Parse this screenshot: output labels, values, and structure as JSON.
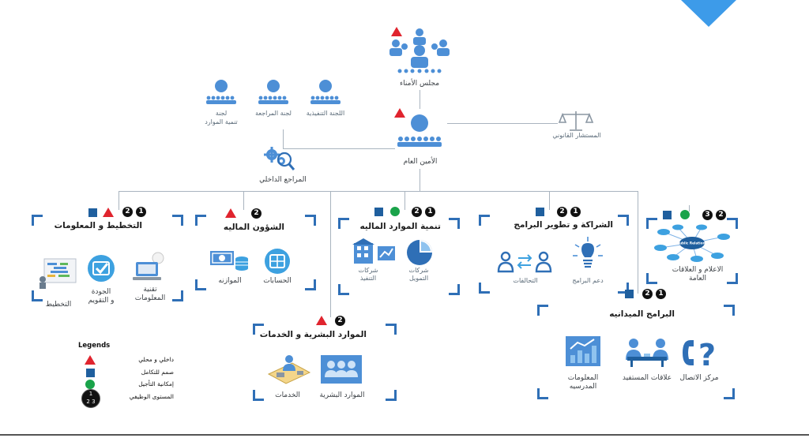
{
  "board": {
    "label": "مجلس الأمناء"
  },
  "secretary": {
    "label": "الأمين العام"
  },
  "legal": {
    "label": "المستشار القانوني"
  },
  "committees": [
    {
      "label": "اللجنة التنفيذية"
    },
    {
      "label": "لجنة المراجعة"
    },
    {
      "label_line1": "لجنة",
      "label_line2": "تنمية الموارد"
    }
  ],
  "internal_audit": {
    "label": "المراجع الداخلي"
  },
  "units": {
    "planning": {
      "title": "التخطيط و المعلومات",
      "items": [
        {
          "label_line1": "تقنية",
          "label_line2": "المعلومات"
        },
        {
          "label_line1": "الجودة",
          "label_line2": "و التقويم"
        },
        {
          "label": "التخطيط"
        }
      ],
      "numbers": [
        "2",
        "1"
      ]
    },
    "finance": {
      "title": "الشؤون الماليه",
      "items": [
        {
          "label": "الحسابات"
        },
        {
          "label": "الموازنه"
        }
      ],
      "numbers": [
        "2"
      ]
    },
    "financial_resources": {
      "title": "تنمية الموارد الماليه",
      "items": [
        {
          "label_line1": "شركات",
          "label_line2": "التمويل"
        },
        {
          "label_line1": "شركات",
          "label_line2": "التنفيذ"
        }
      ],
      "numbers": [
        "2",
        "1"
      ]
    },
    "partnership": {
      "title": "الشراكة و تطوير البرامج",
      "items": [
        {
          "label": "دعم البرامج"
        },
        {
          "label": "التحالفات"
        }
      ],
      "numbers": [
        "2",
        "1"
      ]
    },
    "media": {
      "title_line1": "الاعلام و العلاقات",
      "title_line2": "العامة",
      "numbers": [
        "3",
        "2"
      ],
      "hub_label": "Public Relations"
    },
    "field": {
      "title": "البرامج الميدانيه",
      "items": [
        {
          "label": "مركز الاتصال"
        },
        {
          "label": "علاقات المستفيد"
        },
        {
          "label_line1": "المعلومات",
          "label_line2": "المدرسيه"
        }
      ],
      "numbers": [
        "2",
        "1"
      ]
    },
    "hr": {
      "title": "الموارد البشرية و الخدمات",
      "items": [
        {
          "label": "الموارد البشرية"
        },
        {
          "label": "الخدمات"
        }
      ],
      "numbers": [
        "2"
      ]
    }
  },
  "legend": {
    "title": "Legends",
    "items": [
      {
        "label": "داخلي و محلي"
      },
      {
        "label": "صمم للتكامل"
      },
      {
        "label": "إمكانية التأجيل"
      },
      {
        "label": "المستوى الوظيفي"
      }
    ],
    "level_top": "1",
    "level_bottom": "2 3"
  },
  "colors": {
    "accent": "#2f6fb6",
    "icon": "#4d8fd6",
    "red": "#e0242e",
    "green": "#1aa34a",
    "navy": "#1f5f9e"
  }
}
